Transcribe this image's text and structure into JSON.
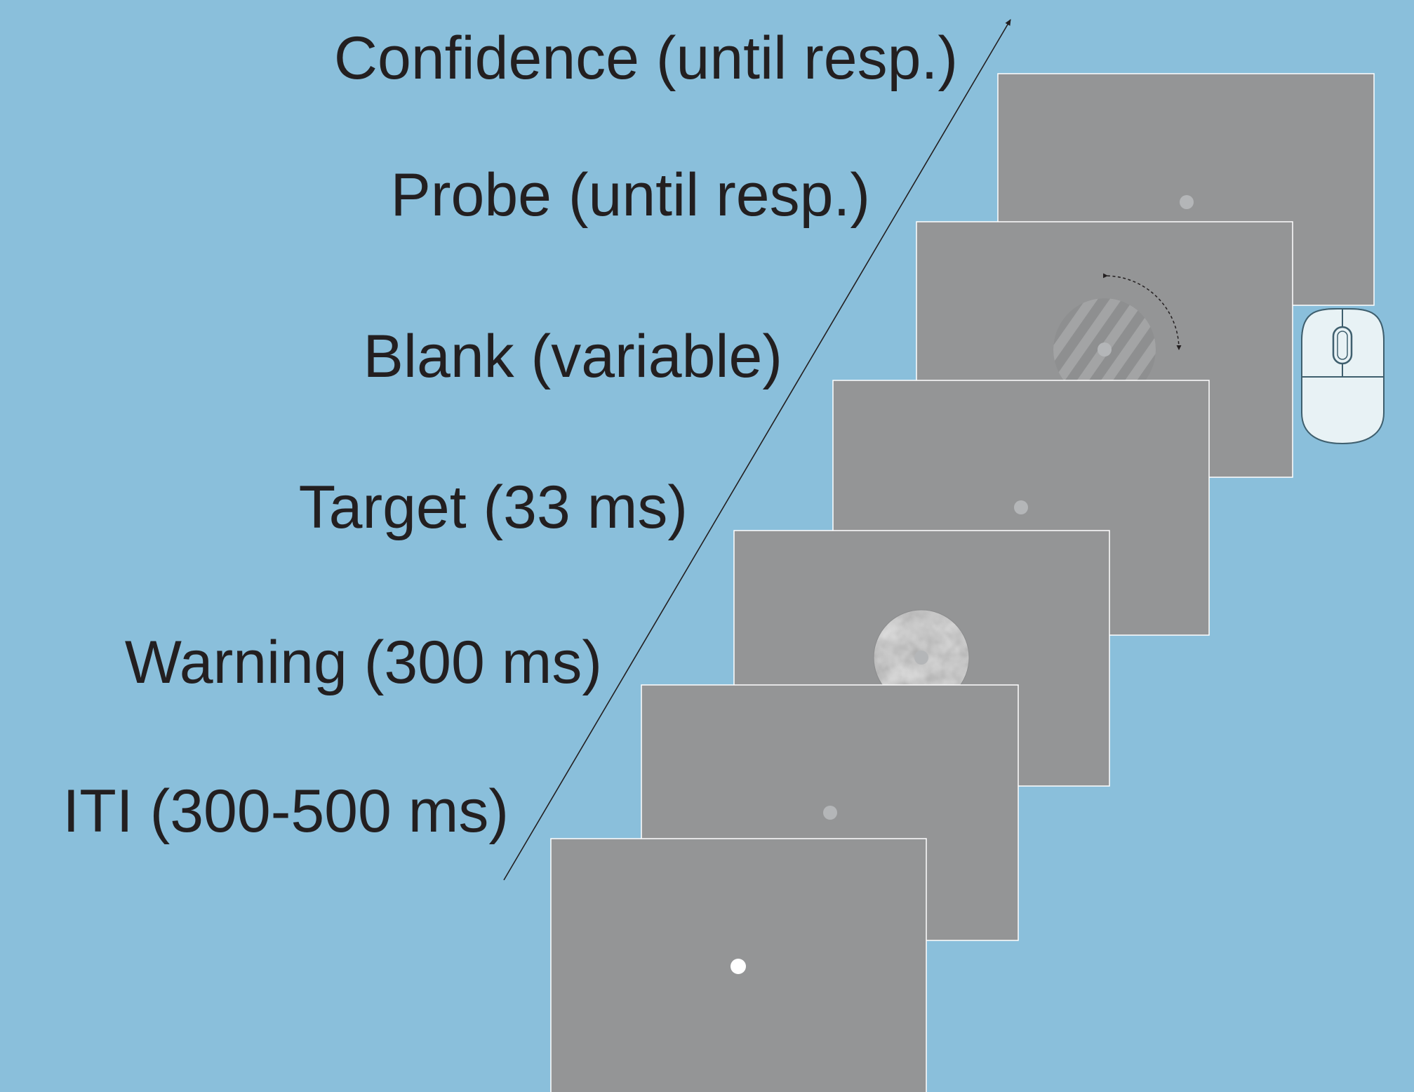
{
  "diagram": {
    "colors": {
      "background": "#8abfdb",
      "screen": "#949596",
      "screen_border": "#ffffff",
      "label_text": "#231f20",
      "fixation_dim": "#b4b6b8",
      "fixation_bright": "#ffffff",
      "mouse_body": "#e8f2f5",
      "mouse_outline": "#3f5f6e"
    },
    "stages": [
      {
        "label": "Confidence (until resp.)",
        "content": "fixation-dot",
        "response": "mouse"
      },
      {
        "label": "Probe (until resp.)",
        "content": "oriented-grating-with-rotation-arrow"
      },
      {
        "label": "Blank (variable)",
        "content": "fixation-dot"
      },
      {
        "label": "Target (33 ms)",
        "content": "noise-disk"
      },
      {
        "label": "Warning (300 ms)",
        "content": "fixation-dot"
      },
      {
        "label": "ITI (300-500 ms)",
        "content": "bright-fixation-dot"
      }
    ],
    "time_axis": {
      "direction": "up-right",
      "arrowhead": "arrow-icon"
    }
  }
}
